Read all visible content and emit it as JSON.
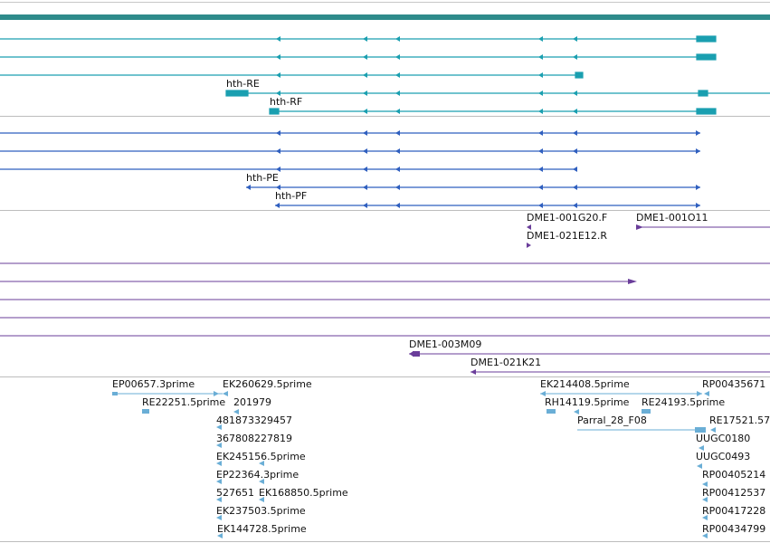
{
  "colors": {
    "gene_bar": "#2e8b8b",
    "transcript": "#1a9fb0",
    "protein": "#2f5fbf",
    "clone": "#6a3d9a",
    "est": "#6aaed6"
  },
  "transcripts": [
    {
      "label": ""
    },
    {
      "label": ""
    },
    {
      "label": ""
    },
    {
      "label": "hth-RE"
    },
    {
      "label": "hth-RF"
    }
  ],
  "proteins": [
    {
      "label": ""
    },
    {
      "label": ""
    },
    {
      "label": ""
    },
    {
      "label": "hth-PE"
    },
    {
      "label": "hth-PF"
    }
  ],
  "clones": {
    "labels": [
      "DME1-001G20.F",
      "DME1-001O11",
      "DME1-021E12.R",
      "DME1-003M09",
      "DME1-021K21"
    ]
  },
  "ests": {
    "labels": [
      "EP00657.3prime",
      "EK260629.5prime",
      "RE22251.5prime",
      "201979",
      "481873329457",
      "367808227819",
      "EK245156.5prime",
      "EP22364.3prime",
      "527651",
      "EK168850.5prime",
      "EK237503.5prime",
      "EK144728.5prime",
      "EK214408.5prime",
      "RP00435671",
      "RH14119.5prime",
      "RE24193.5prime",
      "Parral_28_F08",
      "RE17521.57",
      "UUGC0180",
      "UUGC0493",
      "RP00405214",
      "RP00412537",
      "RP00417228",
      "RP00434799"
    ]
  }
}
